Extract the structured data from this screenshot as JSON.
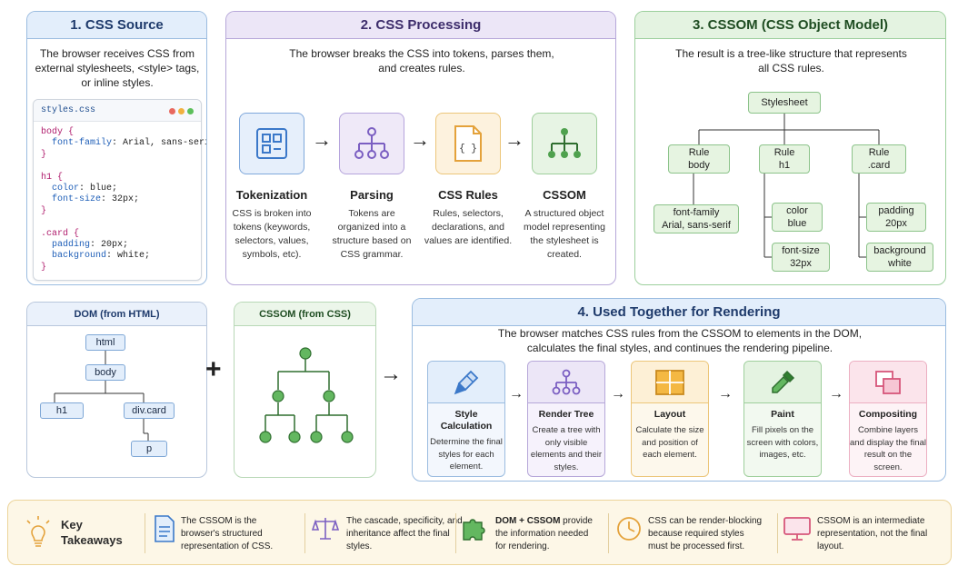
{
  "source": {
    "title": "1. CSS Source",
    "description": "The browser receives CSS from external stylesheets, <style> tags, or inline styles.",
    "filename": "styles.css",
    "code": [
      {
        "sel": "body {"
      },
      {
        "prop": "font-family",
        "val": " Arial, sans-serif;"
      },
      {
        "sel": "}"
      },
      {
        "sel": ""
      },
      {
        "sel": "h1 {"
      },
      {
        "prop": "color",
        "val": " blue;"
      },
      {
        "prop": "font-size",
        "val": " 32px;"
      },
      {
        "sel": "}"
      },
      {
        "sel": ""
      },
      {
        "sel": ".card {"
      },
      {
        "prop": "padding",
        "val": " 20px;"
      },
      {
        "prop": "background",
        "val": " white;"
      },
      {
        "sel": "}"
      }
    ]
  },
  "processing": {
    "title": "2. CSS Processing",
    "description": "The browser breaks the CSS into tokens, parses them, and creates rules.",
    "steps": [
      {
        "title": "Tokenization",
        "desc": "CSS is broken into tokens (keywords, selectors, values, symbols, etc)."
      },
      {
        "title": "Parsing",
        "desc": "Tokens are organized into a structure based on CSS grammar."
      },
      {
        "title": "CSS Rules",
        "desc": "Rules, selectors, declarations, and values are identified."
      },
      {
        "title": "CSSOM",
        "desc": "A structured object model representing the stylesheet is created."
      }
    ],
    "icon_text": "{ }"
  },
  "cssom": {
    "title": "3. CSSOM (CSS Object Model)",
    "description": "The result is a tree-like structure that represents all CSS rules.",
    "root": "Stylesheet",
    "rules": [
      {
        "line1": "Rule",
        "line2": "body"
      },
      {
        "line1": "Rule",
        "line2": "h1"
      },
      {
        "line1": "Rule",
        "line2": ".card"
      }
    ],
    "leaves": [
      {
        "line1": "font-family",
        "line2": "Arial, sans-serif"
      },
      {
        "line1": "color",
        "line2": "blue"
      },
      {
        "line1": "font-size",
        "line2": "32px"
      },
      {
        "line1": "padding",
        "line2": "20px"
      },
      {
        "line1": "background",
        "line2": "white"
      }
    ]
  },
  "dom": {
    "title": "DOM (from HTML)",
    "nodes": [
      "html",
      "body",
      "h1",
      "div.card",
      "p"
    ]
  },
  "plus": "+",
  "cssom_tree": {
    "title": "CSSOM (from CSS)"
  },
  "rendering": {
    "title": "4. Used Together for Rendering",
    "description": "The browser matches CSS rules from the CSSOM to elements in the DOM, calculates the final styles, and continues the rendering pipeline.",
    "steps": [
      {
        "title": "Style Calculation",
        "desc": "Determine the final styles for each element."
      },
      {
        "title": "Render Tree",
        "desc": "Create a tree with only visible elements and their styles."
      },
      {
        "title": "Layout",
        "desc": "Calculate the size and position of each element."
      },
      {
        "title": "Paint",
        "desc": "Fill pixels on the screen with colors, images, etc."
      },
      {
        "title": "Compositing",
        "desc": "Combine layers and display the final result on the screen."
      }
    ]
  },
  "takeaways": {
    "title_line1": "Key",
    "title_line2": "Takeaways",
    "items": [
      {
        "pre": "The CSSOM is the browser's structured representation of CSS.",
        "bold": "",
        "post": ""
      },
      {
        "pre": "The cascade, specificity, and inheritance affect the final styles.",
        "bold": "",
        "post": ""
      },
      {
        "pre": "",
        "bold": "DOM + CSSOM",
        "post": " provide the information needed for rendering."
      },
      {
        "pre": "CSS can be render-blocking because required styles must be processed first.",
        "bold": "",
        "post": ""
      },
      {
        "pre": "CSSOM is an intermediate representation, not the final layout.",
        "bold": "",
        "post": ""
      }
    ]
  },
  "colors": {
    "blue": "#3b78c9",
    "purple": "#7b5fc2",
    "orange": "#e4a23b",
    "green": "#4fa14e",
    "pink": "#d6557a"
  }
}
